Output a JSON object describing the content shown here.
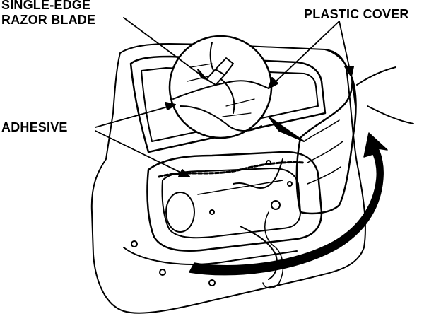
{
  "labels": {
    "razor_line1": "SINGLE-EDGE",
    "razor_line2": "RAZOR BLADE",
    "plastic_cover": "PLASTIC COVER",
    "adhesive": "ADHESIVE"
  },
  "colors": {
    "ink": "#000000",
    "paper": "#ffffff"
  }
}
